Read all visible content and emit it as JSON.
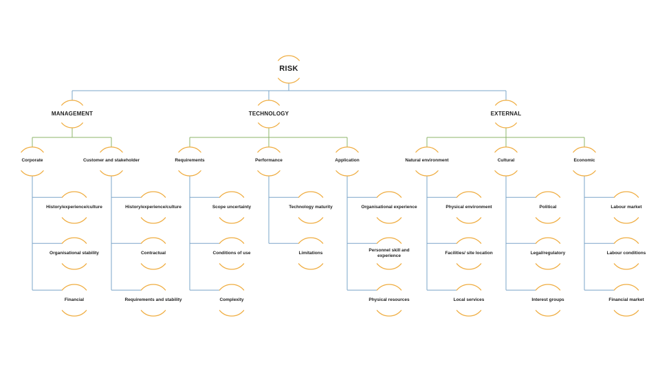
{
  "diagram": {
    "type": "hierarchy-tree",
    "colors": {
      "node_arc": "#efac3f",
      "connector_level1": "#7aa4c8",
      "connector_level2": "#8cb46a",
      "connector_leaf": "#7aa4c8",
      "text": "#1c1c1c",
      "background": "#ffffff"
    },
    "root": {
      "label": "RISK"
    },
    "branches": [
      {
        "label": "MANAGEMENT",
        "children": [
          {
            "label": "Corporate",
            "children": [
              {
                "label": "History/experience/culture"
              },
              {
                "label": "Organisational stability"
              },
              {
                "label": "Financial"
              }
            ]
          },
          {
            "label": "Customer and stakeholder",
            "children": [
              {
                "label": "History/experience/culture"
              },
              {
                "label": "Contractual"
              },
              {
                "label": "Requirements and stability"
              }
            ]
          }
        ]
      },
      {
        "label": "TECHNOLOGY",
        "children": [
          {
            "label": "Requirements",
            "children": [
              {
                "label": "Scope uncertainty"
              },
              {
                "label": "Conditions of use"
              },
              {
                "label": "Complexity"
              }
            ]
          },
          {
            "label": "Performance",
            "children": [
              {
                "label": "Technology maturity"
              },
              {
                "label": "Limitations"
              }
            ]
          },
          {
            "label": "Application",
            "children": [
              {
                "label": "Organisational experience"
              },
              {
                "label": "Personnel skill and experience"
              },
              {
                "label": "Physical resources"
              }
            ]
          }
        ]
      },
      {
        "label": "EXTERNAL",
        "children": [
          {
            "label": "Natural environment",
            "children": [
              {
                "label": "Physical environment"
              },
              {
                "label": "Facilities/ site location"
              },
              {
                "label": "Local services"
              }
            ]
          },
          {
            "label": "Cultural",
            "children": [
              {
                "label": "Political"
              },
              {
                "label": "Legal/regulatory"
              },
              {
                "label": "Interest groups"
              }
            ]
          },
          {
            "label": "Economic",
            "children": [
              {
                "label": "Labour market"
              },
              {
                "label": "Labour conditions"
              },
              {
                "label": "Financial market"
              }
            ]
          }
        ]
      }
    ]
  }
}
